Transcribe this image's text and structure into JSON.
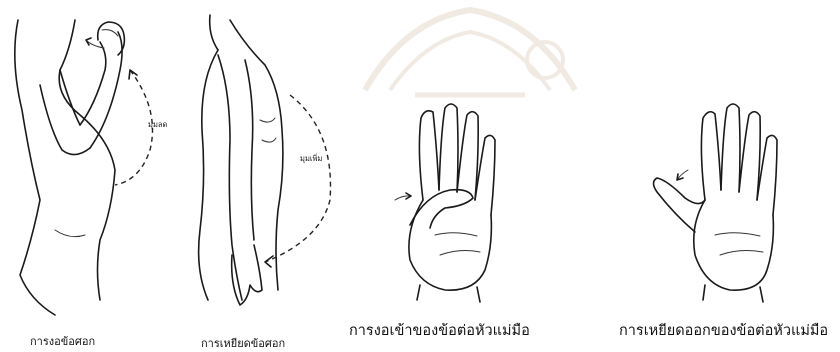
{
  "figures": [
    {
      "caption": "การงอข้อศอก",
      "angle_label": "มุมลด"
    },
    {
      "caption": "การเหยียดข้อศอก",
      "angle_label": "มุมเพิ่ม"
    },
    {
      "caption": "การงอเข้าของข้อต่อหัวแม่มือ"
    },
    {
      "caption": "การเหยียดออกของข้อต่อหัวแม่มือ"
    }
  ]
}
